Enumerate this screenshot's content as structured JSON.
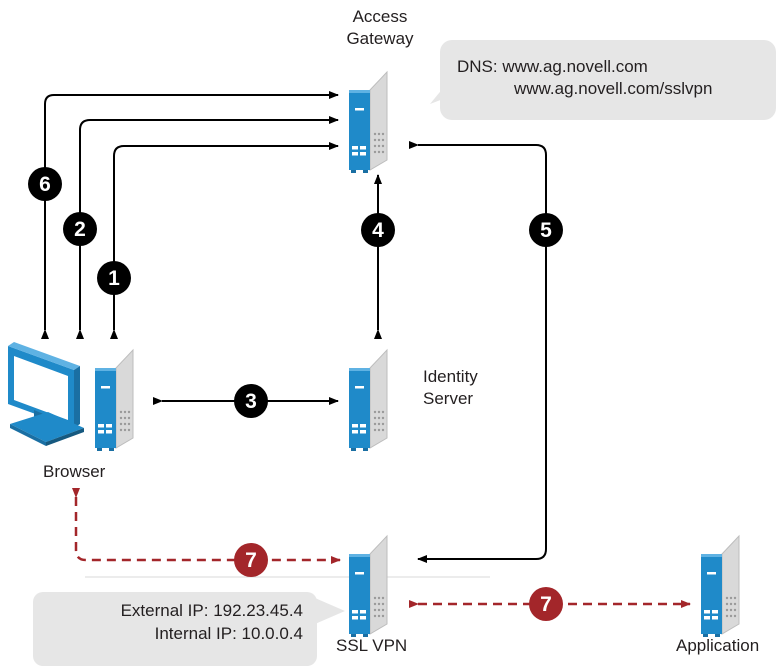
{
  "colors": {
    "server_blue": "#1f8ac9",
    "server_gray": "#dcdcdc",
    "arrow_black": "#000000",
    "arrow_red": "#a3262a",
    "badge_black": "#000000",
    "badge_red": "#a3262a",
    "callout_bg": "#e6e6e6"
  },
  "nodes": {
    "access_gateway": {
      "label_line1": "Access",
      "label_line2": "Gateway",
      "icon": "server-icon"
    },
    "identity_server": {
      "label_line1": "Identity",
      "label_line2": "Server",
      "icon": "server-icon"
    },
    "browser": {
      "label": "Browser",
      "icon": "workstation-icon"
    },
    "ssl_vpn": {
      "label": "SSL VPN",
      "icon": "server-icon"
    },
    "application": {
      "label": "Application",
      "icon": "server-icon"
    }
  },
  "callouts": {
    "dns": {
      "line1": "DNS: www.ag.novell.com",
      "line2": "www.ag.novell.com/sslvpn"
    },
    "ip": {
      "line1": "External IP: 192.23.45.4",
      "line2": "Internal IP: 10.0.0.4"
    }
  },
  "steps": {
    "s1": "1",
    "s2": "2",
    "s3": "3",
    "s4": "4",
    "s5": "5",
    "s6": "6",
    "s7a": "7",
    "s7b": "7"
  }
}
